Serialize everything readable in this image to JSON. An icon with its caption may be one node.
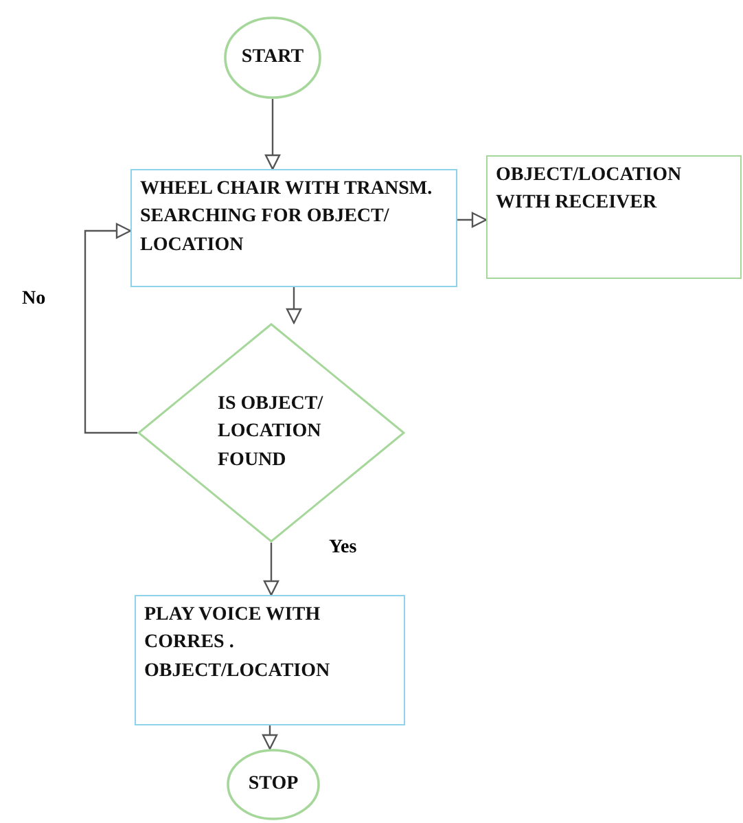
{
  "diagram": {
    "nodes": [
      {
        "text": [
          "START"
        ]
      },
      {
        "text": [
          "WHEEL CHAIR WITH TRANSM. SEARCHING FOR OBJECT/ LOCATION"
        ]
      },
      {
        "text": [
          "OBJECT/LOCATION WITH RECEIVER"
        ]
      },
      {
        "text": [
          "IS OBJECT/ LOCATION FOUND"
        ]
      },
      {
        "text": [
          "PLAY VOICE WITH CORRES . OBJECT/LOCATION"
        ]
      },
      {
        "text": [
          "STOP"
        ]
      }
    ],
    "edges": [
      {
        "from": 0,
        "to": 1,
        "arrow": "to"
      },
      {
        "from": 1,
        "to": 2,
        "arrow": "to"
      },
      {
        "from": 1,
        "to": 3,
        "arrow": "to"
      },
      {
        "from": 3,
        "to": 1,
        "arrow": "to",
        "label": "No"
      },
      {
        "from": 3,
        "to": 4,
        "arrow": "to",
        "label": "Yes"
      },
      {
        "from": 4,
        "to": 5,
        "arrow": "to"
      }
    ]
  }
}
